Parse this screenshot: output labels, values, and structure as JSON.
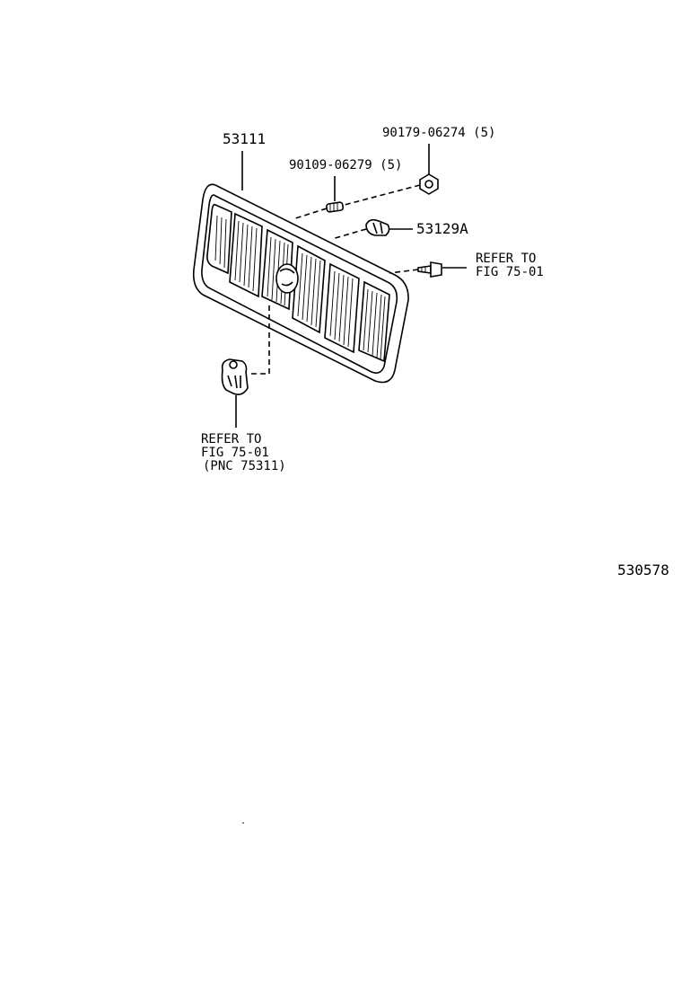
{
  "labels": {
    "grille": "53111",
    "screw": "90109-06279 (5)",
    "nut": "90179-06274 (5)",
    "clip": "53129A",
    "refer_right_1": "REFER TO",
    "refer_right_2": "FIG 75-01",
    "refer_left_1": "REFER TO",
    "refer_left_2": "FIG 75-01",
    "refer_left_3": "(PNC 75311)",
    "illustration_number": "530578"
  }
}
